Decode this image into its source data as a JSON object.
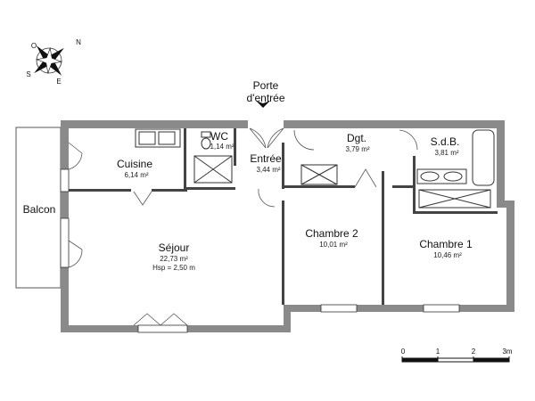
{
  "compass": {
    "north": "N",
    "south": "S",
    "west": "O",
    "east": "E"
  },
  "entrance": {
    "line1": "Porte",
    "line2": "d'entrée"
  },
  "rooms": {
    "balcon": {
      "name": "Balcon"
    },
    "cuisine": {
      "name": "Cuisine",
      "area": "6,14 m²"
    },
    "wc": {
      "name": "WC",
      "area": "1,14 m²"
    },
    "entree": {
      "name": "Entrée",
      "area": "3,44 m²"
    },
    "dgt": {
      "name": "Dgt.",
      "area": "3,79 m²"
    },
    "sdb": {
      "name": "S.d.B.",
      "area": "3,81 m²"
    },
    "sejour": {
      "name": "Séjour",
      "area": "22,73 m²",
      "height": "Hsp = 2,50 m"
    },
    "chambre2": {
      "name": "Chambre 2",
      "area": "10,01 m²"
    },
    "chambre1": {
      "name": "Chambre 1",
      "area": "10,46 m²"
    }
  },
  "scale": {
    "ticks": [
      "0",
      "1",
      "2",
      "3m"
    ]
  },
  "colors": {
    "wall": "#8a8a8a",
    "line": "#333333",
    "background": "#ffffff"
  }
}
